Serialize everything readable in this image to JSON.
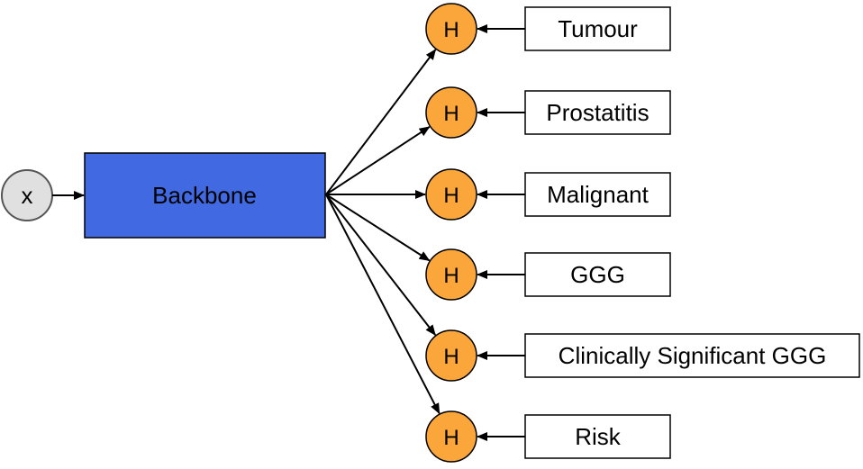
{
  "input": {
    "label": "x",
    "fill": "#e0e0e0"
  },
  "backbone": {
    "label": "Backbone",
    "fill": "#4169e1"
  },
  "head_label": "H",
  "head_fill": "#fba63a",
  "tasks": [
    {
      "label": "Tumour"
    },
    {
      "label": "Prostatitis"
    },
    {
      "label": "Malignant"
    },
    {
      "label": "GGG"
    },
    {
      "label": "Clinically Significant GGG"
    },
    {
      "label": "Risk"
    }
  ]
}
